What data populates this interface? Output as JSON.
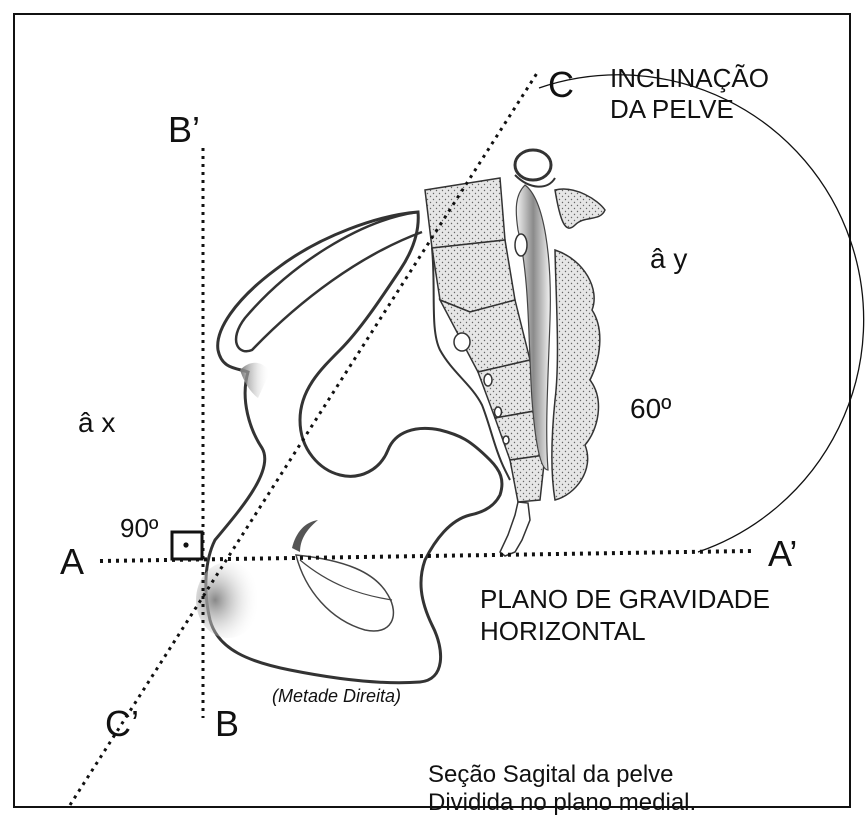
{
  "labels": {
    "point_a": "A",
    "point_a_prime": "A’",
    "point_b": "B",
    "point_b_prime": "B’",
    "point_c": "C",
    "point_c_prime": "C’",
    "title_line1": "INCLINAÇÃO",
    "title_line2": "DA PELVE",
    "angle_y": "â y",
    "angle_x": "â x",
    "angle_60": "60º",
    "angle_90": "90º",
    "plane_line1": "PLANO DE GRAVIDADE",
    "plane_line2": "HORIZONTAL",
    "half_note": "(Metade Direita)",
    "caption_line1": "Seção Sagital da pelve",
    "caption_line2": "Dividida no plano medial."
  },
  "colors": {
    "ink": "#111111",
    "bone_fill": "#ffffff",
    "stipple_fill": "#e6e6e6",
    "shade": "#9a9a9a"
  }
}
